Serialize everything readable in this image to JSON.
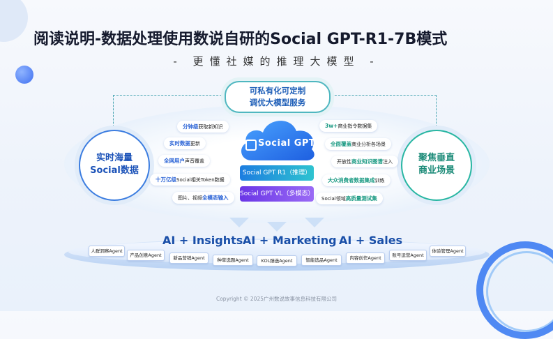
{
  "title": "阅读说明-数据处理使用数说自研的Social GPT-R1-7B模式",
  "subtitle": "- 更懂社媒的推理大模型 -",
  "top_pill": {
    "line1": "可私有化可定制",
    "line2": "调优大模型服务"
  },
  "left_circle": {
    "line1": "实时海量",
    "line2": "Social数据"
  },
  "right_circle": {
    "line1": "聚焦垂直",
    "line2": "商业场景"
  },
  "left_chips": [
    {
      "hl": "分钟级",
      "text": "获取新知识"
    },
    {
      "hl": "实时数据",
      "text": "更新"
    },
    {
      "hl": "全网用户",
      "text": "声音覆盖"
    },
    {
      "hl": "十万亿级",
      "text": "Social相关Token数据"
    },
    {
      "text": "图片、视频",
      "hl": "全模态输入"
    }
  ],
  "right_chips": [
    {
      "hl": "3w+",
      "text": "商业指令数据集"
    },
    {
      "hl": "全面覆盖",
      "text": "商业分析各场景"
    },
    {
      "text": "开放性",
      "hl": "商业知识图谱",
      "text2": "注入"
    },
    {
      "hl": "大众消费者数据集成",
      "text": "训练"
    },
    {
      "text": "Social领域",
      "hl": "高质量测试集"
    }
  ],
  "brand": "Social GPT",
  "model_r1": "Social GPT R1（推理）",
  "model_vl": "Social GPT VL（多模态）",
  "ai_labels": [
    "AI + Insights",
    "AI + Marketing",
    "AI + Sales"
  ],
  "agents": [
    "人群洞察Agent",
    "产品创意Agent",
    "新品营销Agent",
    "种草选题Agent",
    "KOL臻选Agent",
    "智能选品Agent",
    "内容创作Agent",
    "账号运营Agent",
    "体验管理Agent"
  ],
  "footer": "Copyright © 2025广州数说故事信息科技有限公司",
  "colors": {
    "primary": "#1f5fb8",
    "teal": "#28b6a2",
    "purple": "#7a4cf0",
    "cloud": "#2d7fe8"
  }
}
